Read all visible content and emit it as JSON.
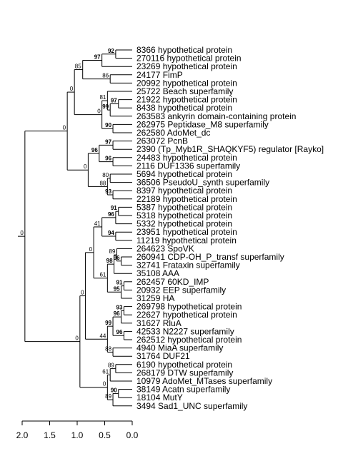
{
  "tree": {
    "leaves": [
      "8366 hypothetical protein",
      "270116 hypothetical protein",
      "23269 hypothetical protein",
      "24177 FimP",
      "20992 hypothetical protein",
      "25722 Beach superfamily",
      "21922 hypothetical protein",
      "8438 hypothetical protein",
      "263583 ankyrin domain-containing protein",
      "262975 Peptidase_M8 superfamily",
      "262580 AdoMet_dc",
      "263072 PcnB",
      "2390 (Tp_Myb1R_SHAQKYF5) regulator [Rayko]",
      "24483 hypothetical protein",
      "2116 DUF1336 superfamily",
      "5694 hypothetical protein",
      "36506 PseudoU_synth superfamily",
      "8397 hypothetical protein",
      "22189 hypothetical protein",
      "5387 hypothetical protein",
      "5318 hypothetical protein",
      "5332 hypothetical protein",
      "23951 hypothetical protein",
      "11219 hypothetical protein",
      "264623 SpoVK",
      "260941 CDP-OH_P_transf superfamily",
      "32741 Frataxin superfamily",
      "35108 AAA",
      "262457 60KD_IMP",
      "20932 EEP superfamily",
      "31259 HA",
      "269798 hypothetical protein",
      "22627 hypothetical protein",
      "31627 RluA",
      "42533 N2227 superfamily",
      "262512 hypothetical protein",
      "4940 MiaA superfamily",
      "31764 DUF21",
      "6190 hypothetical protein",
      "268179 DTW superfamily",
      "10979 AdoMet_MTases superfamily",
      "38149 Acatn superfamily",
      "18104 MutY",
      "3494 Sad1_UNC superfamily"
    ],
    "nodes": [
      {
        "id": "n92",
        "c": [
          0,
          1
        ],
        "d": 0.3,
        "s": "92",
        "bold": true
      },
      {
        "id": "n97a",
        "c": [
          "n92",
          2
        ],
        "d": 0.55,
        "s": "97",
        "bold": true
      },
      {
        "id": "n86",
        "c": [
          3,
          4
        ],
        "d": 0.4,
        "s": "86",
        "bold": false
      },
      {
        "id": "n85",
        "c": [
          "n97a",
          "n86"
        ],
        "d": 0.9,
        "s": "85",
        "bold": false
      },
      {
        "id": "n97b",
        "c": [
          6,
          7
        ],
        "d": 0.25,
        "s": "97",
        "bold": true
      },
      {
        "id": "n99a",
        "c": [
          "n97b",
          8
        ],
        "d": 0.4,
        "s": "99",
        "bold": true
      },
      {
        "id": "n81",
        "c": [
          5,
          "n99a"
        ],
        "d": 0.45,
        "s": "81",
        "bold": false
      },
      {
        "id": "n90a",
        "c": [
          9,
          10
        ],
        "d": 0.35,
        "s": "90",
        "bold": true
      },
      {
        "id": "n0a",
        "c": [
          "n81",
          "n90a"
        ],
        "d": 0.55,
        "s": "0",
        "bold": false
      },
      {
        "id": "n0b",
        "c": [
          "n85",
          "n0a"
        ],
        "d": 1.05,
        "s": "0",
        "bold": false
      },
      {
        "id": "n97c",
        "c": [
          11,
          12
        ],
        "d": 0.35,
        "s": "97",
        "bold": true
      },
      {
        "id": "n96a",
        "c": [
          13,
          14
        ],
        "d": 0.35,
        "s": "96",
        "bold": true
      },
      {
        "id": "n96b",
        "c": [
          "n97c",
          "n96a"
        ],
        "d": 0.6,
        "s": "96",
        "bold": true
      },
      {
        "id": "n80",
        "c": [
          15,
          16
        ],
        "d": 0.4,
        "s": "80",
        "bold": false
      },
      {
        "id": "n93a",
        "c": [
          17,
          18
        ],
        "d": 0.35,
        "s": "93",
        "bold": true
      },
      {
        "id": "n88a",
        "c": [
          "n80",
          "n93a"
        ],
        "d": 0.45,
        "s": "88",
        "bold": false
      },
      {
        "id": "n0c",
        "c": [
          "n96b",
          "n88a"
        ],
        "d": 0.8,
        "s": "0",
        "bold": false
      },
      {
        "id": "n0d",
        "c": [
          "n0b",
          "n0c"
        ],
        "d": 1.18,
        "s": "0",
        "bold": false
      },
      {
        "id": "n91a",
        "c": [
          19,
          20
        ],
        "d": 0.25,
        "s": "91",
        "bold": true
      },
      {
        "id": "n96c",
        "c": [
          "n91a",
          21
        ],
        "d": 0.3,
        "s": "96",
        "bold": true
      },
      {
        "id": "n94",
        "c": [
          22,
          23
        ],
        "d": 0.3,
        "s": "94",
        "bold": true
      },
      {
        "id": "n41",
        "c": [
          "n96c",
          "n94"
        ],
        "d": 0.55,
        "s": "41",
        "bold": false
      },
      {
        "id": "n96d",
        "c": [
          25,
          26
        ],
        "d": 0.2,
        "s": "96",
        "bold": true
      },
      {
        "id": "n89a",
        "c": [
          24,
          "n96d"
        ],
        "d": 0.28,
        "s": "89",
        "bold": false
      },
      {
        "id": "n98",
        "c": [
          "n89a",
          27
        ],
        "d": 0.33,
        "s": "98",
        "bold": true
      },
      {
        "id": "n91b",
        "c": [
          28,
          29
        ],
        "d": 0.15,
        "s": "91",
        "bold": true
      },
      {
        "id": "n95",
        "c": [
          "n91b",
          30
        ],
        "d": 0.2,
        "s": "95",
        "bold": true
      },
      {
        "id": "n61a",
        "c": [
          "n98",
          "n95"
        ],
        "d": 0.45,
        "s": "61",
        "bold": false
      },
      {
        "id": "n0e",
        "c": [
          "n41",
          "n61a"
        ],
        "d": 0.7,
        "s": "0",
        "bold": false
      },
      {
        "id": "n93b",
        "c": [
          31,
          32
        ],
        "d": 0.15,
        "s": "93",
        "bold": true
      },
      {
        "id": "n96e",
        "c": [
          "n93b",
          33
        ],
        "d": 0.2,
        "s": "96",
        "bold": true
      },
      {
        "id": "n96f",
        "c": [
          34,
          35
        ],
        "d": 0.15,
        "s": "96",
        "bold": true
      },
      {
        "id": "n99b",
        "c": [
          "n96e",
          "n96f"
        ],
        "d": 0.35,
        "s": "99",
        "bold": true
      },
      {
        "id": "n88b",
        "c": [
          36,
          37
        ],
        "d": 0.35,
        "s": "88",
        "bold": false
      },
      {
        "id": "n44",
        "c": [
          "n99b",
          "n88b"
        ],
        "d": 0.45,
        "s": "44",
        "bold": false
      },
      {
        "id": "n0f",
        "c": [
          "n0e",
          "n44"
        ],
        "d": 0.85,
        "s": "0",
        "bold": false
      },
      {
        "id": "n89b",
        "c": [
          38,
          39
        ],
        "d": 0.3,
        "s": "89",
        "bold": false
      },
      {
        "id": "n61b",
        "c": [
          "n89b",
          40
        ],
        "d": 0.4,
        "s": "61",
        "bold": false
      },
      {
        "id": "n90b",
        "c": [
          41,
          42
        ],
        "d": 0.25,
        "s": "90",
        "bold": true
      },
      {
        "id": "n89c",
        "c": [
          "n90b",
          43
        ],
        "d": 0.35,
        "s": "89",
        "bold": false
      },
      {
        "id": "n0g",
        "c": [
          "n61b",
          "n89c"
        ],
        "d": 0.45,
        "s": "0",
        "bold": false
      },
      {
        "id": "n0h",
        "c": [
          "n0f",
          "n0g"
        ],
        "d": 0.95,
        "s": "0",
        "bold": false
      },
      {
        "id": "n0root",
        "c": [
          "n0d",
          "n0h"
        ],
        "d": 1.95,
        "s": "0",
        "bold": false
      }
    ],
    "root_stub": 2.0
  },
  "scale": {
    "ticks": [
      2.0,
      1.5,
      1.0,
      0.5,
      0.0
    ],
    "tick_labels": [
      "2.0",
      "1.5",
      "1.0",
      "0.5",
      "0.0"
    ],
    "range": [
      2.0,
      0.0
    ]
  }
}
